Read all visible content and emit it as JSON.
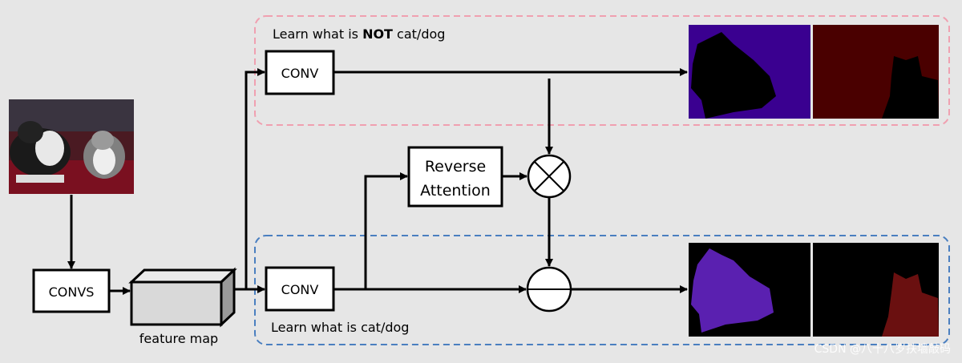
{
  "top_region": {
    "caption_prefix": "Learn what is ",
    "caption_bold": "NOT",
    "caption_suffix": " cat/dog",
    "border_color": "#f0a0b0"
  },
  "bottom_region": {
    "caption": "Learn what is cat/dog",
    "border_color": "#4a7fc0"
  },
  "blocks": {
    "convs": "CONVS",
    "feature_map": "feature map",
    "conv_top": "CONV",
    "conv_bottom": "CONV",
    "reverse_attention_line1": "Reverse",
    "reverse_attention_line2": "Attention"
  },
  "operators": {
    "multiply": "multiply-icon",
    "subtract": "subtract-icon"
  },
  "masks": {
    "top_left_bg": "#3a0090",
    "top_right_bg": "#4a0000",
    "bottom_left_fg": "#5a20b0",
    "bottom_right_fg": "#6a1010"
  },
  "watermark": "CSDN @八十八岁扶墙敲码"
}
